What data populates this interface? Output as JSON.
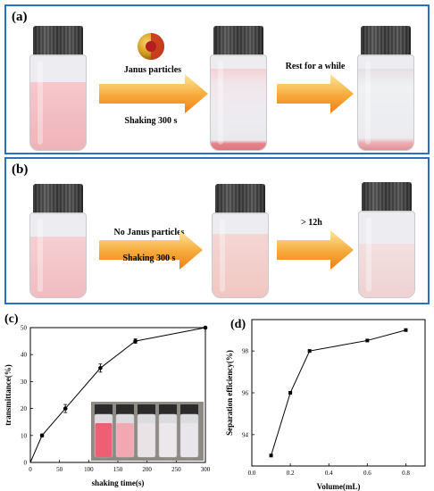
{
  "panel_a": {
    "label": "(a)",
    "caption_top": "Janus particles",
    "caption_bottom": "Shaking 300 s",
    "caption_rest": "Rest for a while"
  },
  "panel_b": {
    "label": "(b)",
    "caption_top": "No Janus particles",
    "caption_bottom": "Shaking 300 s",
    "caption_rest": "> 12h"
  },
  "colors": {
    "frame": "#2e6fc0",
    "arrow_light": "#fde08a",
    "arrow_dark": "#f28c1c",
    "pink_liquid": "#f0b8bd",
    "pale_liquid": "#f3dcdc"
  },
  "chart_c": {
    "label": "(c)"
  },
  "chart_d": {
    "label": "(d)"
  },
  "chart_data": [
    {
      "type": "line",
      "xlabel": "shaking time(s)",
      "ylabel": "transmittance(%)",
      "x": [
        0,
        20,
        60,
        120,
        180,
        300
      ],
      "y": [
        0,
        10,
        20,
        35,
        45,
        50
      ],
      "error": [
        0,
        0.5,
        1.5,
        1.5,
        0.8,
        0
      ],
      "xlim": [
        0,
        300
      ],
      "ylim": [
        0,
        50
      ],
      "xticks": [
        0,
        50,
        100,
        150,
        200,
        250,
        300
      ],
      "yticks": [
        0,
        10,
        20,
        30,
        40,
        50
      ],
      "grid": false
    },
    {
      "type": "line",
      "xlabel": "Volume(mL)",
      "ylabel": "Separation efficiency(%)",
      "x": [
        0.1,
        0.2,
        0.3,
        0.6,
        0.8
      ],
      "y": [
        93.0,
        96.0,
        98.0,
        98.5,
        99.0
      ],
      "xlim": [
        0.0,
        0.9
      ],
      "ylim": [
        92.5,
        99.5
      ],
      "xticks": [
        0.0,
        0.2,
        0.4,
        0.6,
        0.8
      ],
      "yticks": [
        94,
        96,
        98
      ],
      "grid": false
    }
  ]
}
